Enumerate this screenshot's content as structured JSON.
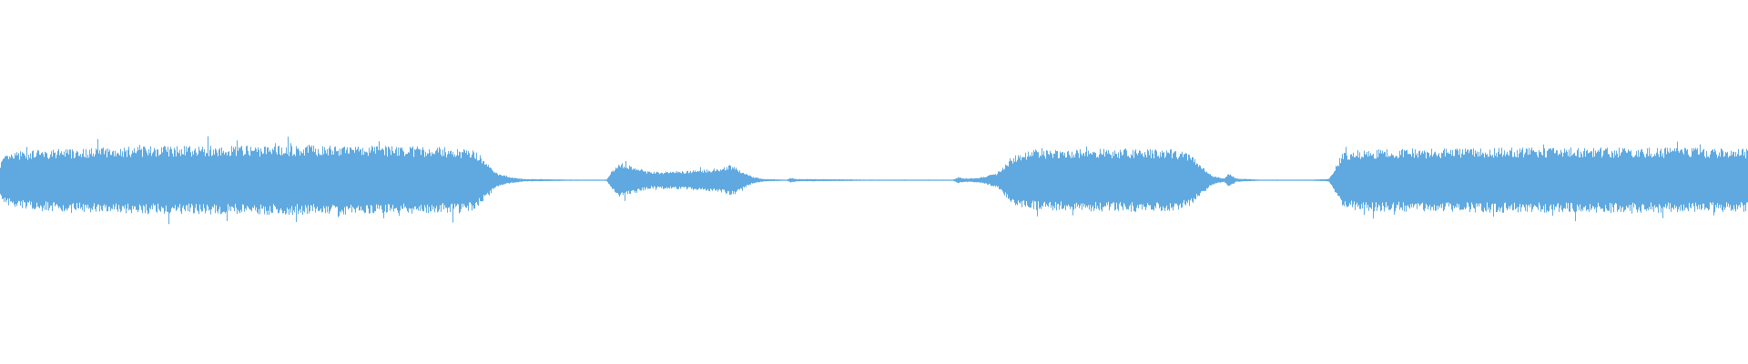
{
  "waveform": {
    "color": "#5fa9e0",
    "background": "#ffffff",
    "envelope": [
      [
        0.0,
        0.3
      ],
      [
        0.002,
        0.4
      ],
      [
        0.01,
        0.48
      ],
      [
        0.03,
        0.52
      ],
      [
        0.06,
        0.55
      ],
      [
        0.09,
        0.57
      ],
      [
        0.13,
        0.58
      ],
      [
        0.18,
        0.58
      ],
      [
        0.23,
        0.57
      ],
      [
        0.26,
        0.55
      ],
      [
        0.272,
        0.5
      ],
      [
        0.278,
        0.3
      ],
      [
        0.284,
        0.12
      ],
      [
        0.292,
        0.05
      ],
      [
        0.3,
        0.02
      ],
      [
        0.33,
        0.01
      ],
      [
        0.347,
        0.01
      ],
      [
        0.35,
        0.18
      ],
      [
        0.355,
        0.3
      ],
      [
        0.362,
        0.22
      ],
      [
        0.372,
        0.14
      ],
      [
        0.385,
        0.15
      ],
      [
        0.398,
        0.17
      ],
      [
        0.41,
        0.2
      ],
      [
        0.418,
        0.26
      ],
      [
        0.423,
        0.18
      ],
      [
        0.43,
        0.06
      ],
      [
        0.437,
        0.02
      ],
      [
        0.45,
        0.01
      ],
      [
        0.452,
        0.04
      ],
      [
        0.456,
        0.02
      ],
      [
        0.5,
        0.01
      ],
      [
        0.545,
        0.01
      ],
      [
        0.548,
        0.05
      ],
      [
        0.552,
        0.03
      ],
      [
        0.56,
        0.04
      ],
      [
        0.57,
        0.12
      ],
      [
        0.58,
        0.42
      ],
      [
        0.59,
        0.5
      ],
      [
        0.62,
        0.52
      ],
      [
        0.65,
        0.53
      ],
      [
        0.67,
        0.52
      ],
      [
        0.68,
        0.45
      ],
      [
        0.687,
        0.25
      ],
      [
        0.693,
        0.08
      ],
      [
        0.7,
        0.03
      ],
      [
        0.703,
        0.12
      ],
      [
        0.707,
        0.03
      ],
      [
        0.72,
        0.01
      ],
      [
        0.75,
        0.01
      ],
      [
        0.76,
        0.02
      ],
      [
        0.763,
        0.18
      ],
      [
        0.768,
        0.48
      ],
      [
        0.78,
        0.52
      ],
      [
        0.85,
        0.54
      ],
      [
        0.9,
        0.55
      ],
      [
        0.96,
        0.54
      ],
      [
        0.999,
        0.53
      ],
      [
        1.0,
        0.5
      ]
    ]
  }
}
